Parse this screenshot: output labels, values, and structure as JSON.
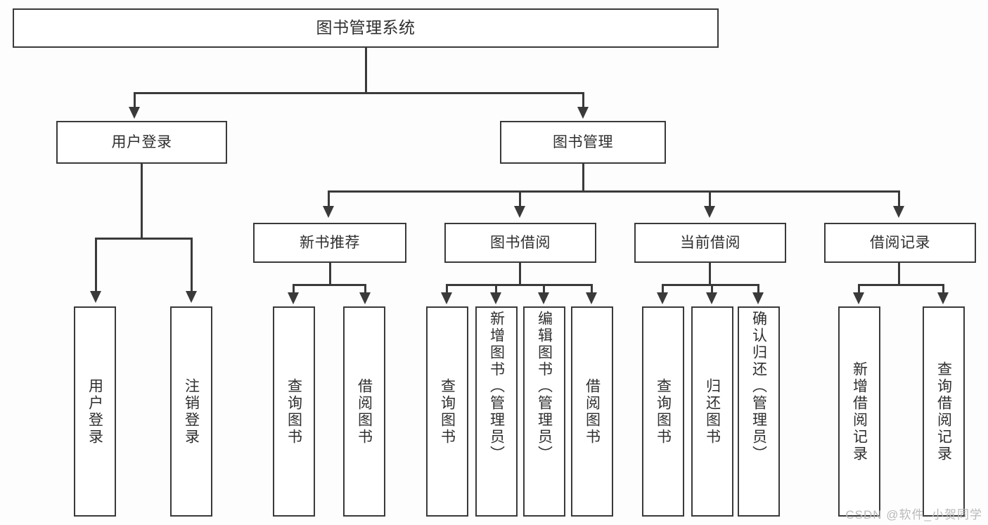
{
  "diagram": {
    "type": "tree-hierarchy",
    "title": "图书管理系统",
    "root": {
      "label": "图书管理系统"
    },
    "level2": [
      {
        "id": "user-login",
        "label": "用户登录"
      },
      {
        "id": "book-manage",
        "label": "图书管理"
      }
    ],
    "level3": [
      {
        "id": "new-book-recommend",
        "label": "新书推荐"
      },
      {
        "id": "book-borrow",
        "label": "图书借阅"
      },
      {
        "id": "current-borrow",
        "label": "当前借阅"
      },
      {
        "id": "borrow-record",
        "label": "借阅记录"
      }
    ],
    "leaves": {
      "user_login": [
        {
          "id": "leaf-user-login",
          "label": "用户登录"
        },
        {
          "id": "leaf-logout-login",
          "label": "注销登录"
        }
      ],
      "new_book_recommend": [
        {
          "id": "leaf-query-book-1",
          "label": "查询图书"
        },
        {
          "id": "leaf-borrow-book-1",
          "label": "借阅图书"
        }
      ],
      "book_borrow": [
        {
          "id": "leaf-query-book-2",
          "label": "查询图书"
        },
        {
          "id": "leaf-add-book",
          "label": "新增图书（管理员）"
        },
        {
          "id": "leaf-edit-book",
          "label": "编辑图书（管理员）"
        },
        {
          "id": "leaf-borrow-book-2",
          "label": "借阅图书"
        }
      ],
      "current_borrow": [
        {
          "id": "leaf-query-book-3",
          "label": "查询图书"
        },
        {
          "id": "leaf-return-book",
          "label": "归还图书"
        },
        {
          "id": "leaf-confirm-return",
          "label": "确认归还（管理员）"
        }
      ],
      "borrow_record": [
        {
          "id": "leaf-add-record",
          "label": "新增借阅记录"
        },
        {
          "id": "leaf-query-record",
          "label": "查询借阅记录"
        }
      ]
    },
    "watermark": "CSDN @软件_小贺同学",
    "colors": {
      "stroke": "#3a3a3a",
      "text": "#2f2f2f",
      "background": "#fdfdfd",
      "watermark": "#b9b9b9"
    }
  }
}
